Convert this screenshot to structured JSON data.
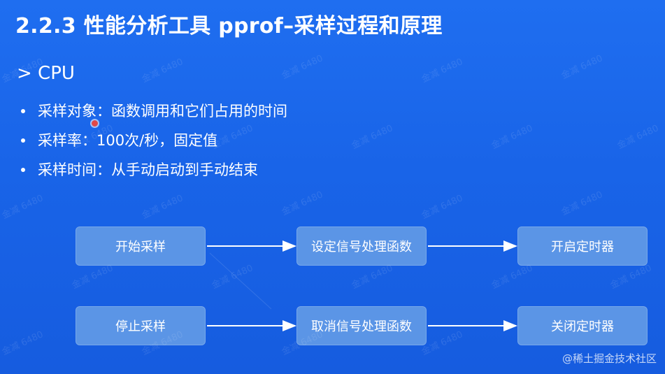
{
  "slide": {
    "title": "2.2.3 性能分析工具 pprof–采样过程和原理",
    "subheading": "> CPU",
    "bullets": [
      "采样对象：函数调用和它们占用的时间",
      "采样率：100次/秒，固定值",
      "采样时间：从手动启动到手动结束"
    ]
  },
  "diagram": {
    "row1": [
      "开始采样",
      "设定信号处理函数",
      "开启定时器"
    ],
    "row2": [
      "停止采样",
      "取消信号处理函数",
      "关闭定时器"
    ]
  },
  "watermark": "金减 6480",
  "footer": "@稀土掘金技术社区"
}
